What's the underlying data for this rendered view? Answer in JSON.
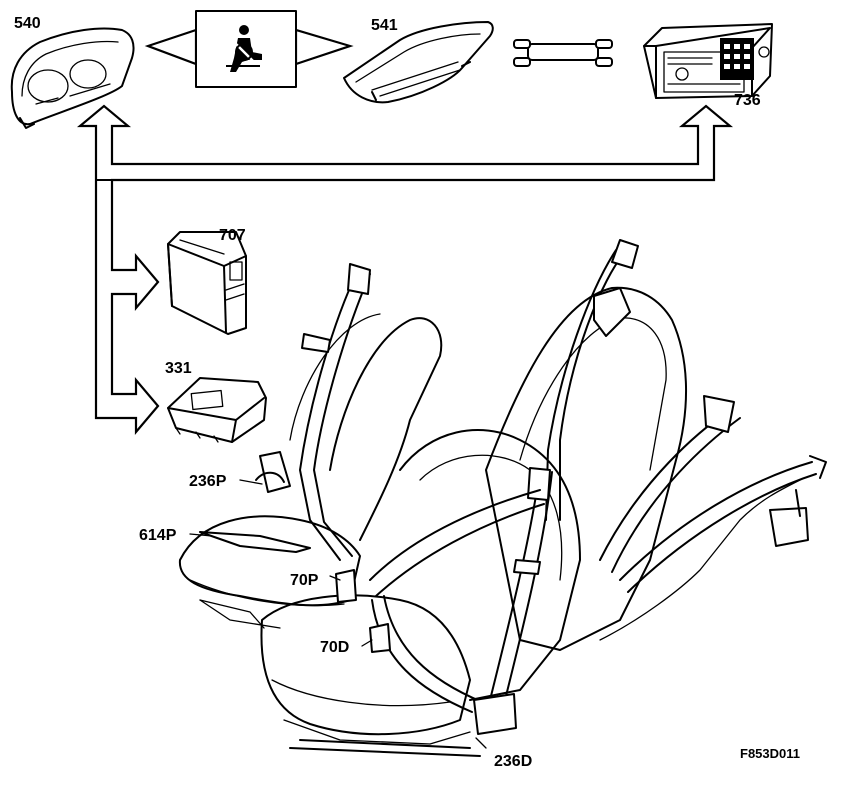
{
  "labels": {
    "instrument_cluster": "540",
    "display_unit": "541",
    "radio_unit": "736",
    "control_module": "707",
    "airbag_ecu": "331",
    "pretensioner_passenger": "236P",
    "sensor_passenger": "614P",
    "buckle_passenger": "70P",
    "buckle_driver": "70D",
    "pretensioner_driver": "236D"
  },
  "figure_ref": "F853D011",
  "icons": {
    "seatbelt_warning": "seatbelt-warning-icon"
  }
}
